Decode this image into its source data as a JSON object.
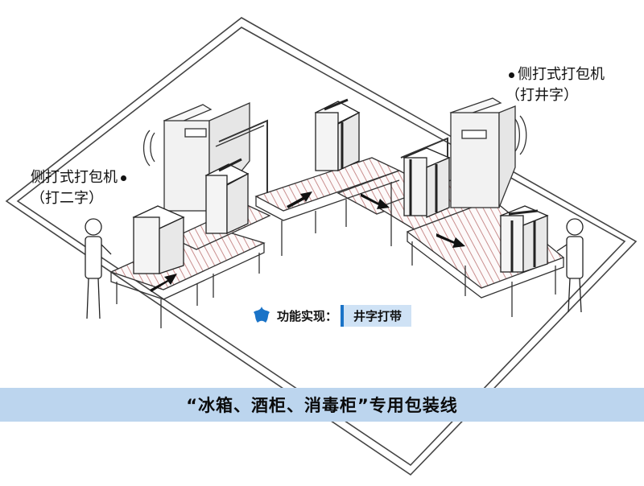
{
  "labels": {
    "machine_left": {
      "name": "侧打式打包机",
      "sub": "（打二字）"
    },
    "machine_right": {
      "name": "侧打式打包机",
      "sub": "（打井字）"
    }
  },
  "feature": {
    "label": "功能实现：",
    "value": "井字打带"
  },
  "banner": {
    "title": "“冰箱、酒柜、消毒柜”专用包装线"
  },
  "colors": {
    "banner_bg": "#bcd5ee",
    "feature_bg": "#cfe2f5",
    "accent": "#1a73c7",
    "roller": "#d3a0a0"
  }
}
